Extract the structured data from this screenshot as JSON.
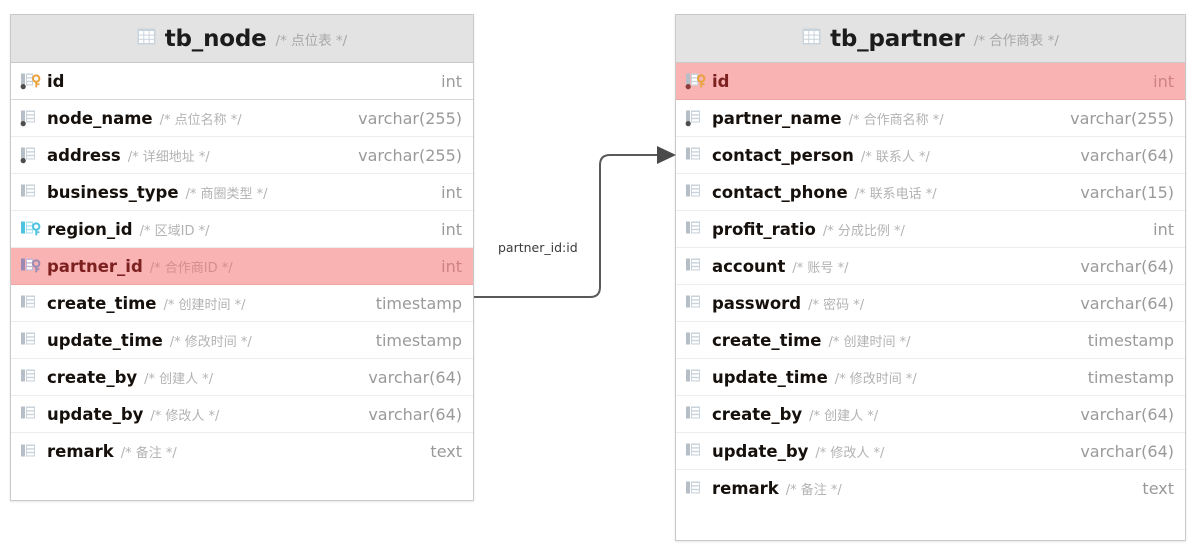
{
  "diagram": {
    "type": "er-diagram",
    "background": "#ffffff",
    "colors": {
      "header_bg": "#e3e3e3",
      "highlight_row": "#f9b3b3",
      "border": "#c9c9c9",
      "comment_text": "#b3b3b3",
      "type_text": "#9a9a9a",
      "pk_key": "#e8a33d",
      "fk_key_cyan": "#4ec3e0",
      "fk_key_purple": "#9b8bb4",
      "connector": "#555555"
    }
  },
  "entities": [
    {
      "id": "tb_node",
      "name": "tb_node",
      "comment": "/* 点位表 */",
      "icon": "table-grid-icon",
      "columns": [
        {
          "name": "id",
          "comment": "",
          "type": "int",
          "icon": "column-pk-icon",
          "key": "primary",
          "not_null": true,
          "highlight": false
        },
        {
          "name": "node_name",
          "comment": "/* 点位名称 */",
          "type": "varchar(255)",
          "icon": "column-icon",
          "key": "none",
          "not_null": true,
          "highlight": false
        },
        {
          "name": "address",
          "comment": "/* 详细地址 */",
          "type": "varchar(255)",
          "icon": "column-icon",
          "key": "none",
          "not_null": true,
          "highlight": false
        },
        {
          "name": "business_type",
          "comment": "/* 商圈类型 */",
          "type": "int",
          "icon": "column-icon",
          "key": "none",
          "not_null": false,
          "highlight": false
        },
        {
          "name": "region_id",
          "comment": "/* 区域ID */",
          "type": "int",
          "icon": "column-fk-cyan-icon",
          "key": "foreign",
          "not_null": false,
          "highlight": false
        },
        {
          "name": "partner_id",
          "comment": "/* 合作商ID */",
          "type": "int",
          "icon": "column-fk-purple-icon",
          "key": "foreign",
          "not_null": false,
          "highlight": true
        },
        {
          "name": "create_time",
          "comment": "/* 创建时间 */",
          "type": "timestamp",
          "icon": "column-icon",
          "key": "none",
          "not_null": false,
          "highlight": false
        },
        {
          "name": "update_time",
          "comment": "/* 修改时间 */",
          "type": "timestamp",
          "icon": "column-icon",
          "key": "none",
          "not_null": false,
          "highlight": false
        },
        {
          "name": "create_by",
          "comment": "/* 创建人 */",
          "type": "varchar(64)",
          "icon": "column-icon",
          "key": "none",
          "not_null": false,
          "highlight": false
        },
        {
          "name": "update_by",
          "comment": "/* 修改人 */",
          "type": "varchar(64)",
          "icon": "column-icon",
          "key": "none",
          "not_null": false,
          "highlight": false
        },
        {
          "name": "remark",
          "comment": "/* 备注 */",
          "type": "text",
          "icon": "column-icon",
          "key": "none",
          "not_null": false,
          "highlight": false
        }
      ]
    },
    {
      "id": "tb_partner",
      "name": "tb_partner",
      "comment": "/* 合作商表 */",
      "icon": "table-grid-icon",
      "columns": [
        {
          "name": "id",
          "comment": "",
          "type": "int",
          "icon": "column-pk-icon",
          "key": "primary",
          "not_null": true,
          "highlight": true
        },
        {
          "name": "partner_name",
          "comment": "/* 合作商名称 */",
          "type": "varchar(255)",
          "icon": "column-icon",
          "key": "none",
          "not_null": true,
          "highlight": false
        },
        {
          "name": "contact_person",
          "comment": "/* 联系人 */",
          "type": "varchar(64)",
          "icon": "column-icon",
          "key": "none",
          "not_null": false,
          "highlight": false
        },
        {
          "name": "contact_phone",
          "comment": "/* 联系电话 */",
          "type": "varchar(15)",
          "icon": "column-icon",
          "key": "none",
          "not_null": false,
          "highlight": false
        },
        {
          "name": "profit_ratio",
          "comment": "/* 分成比例 */",
          "type": "int",
          "icon": "column-icon",
          "key": "none",
          "not_null": false,
          "highlight": false
        },
        {
          "name": "account",
          "comment": "/* 账号 */",
          "type": "varchar(64)",
          "icon": "column-icon",
          "key": "none",
          "not_null": false,
          "highlight": false
        },
        {
          "name": "password",
          "comment": "/* 密码 */",
          "type": "varchar(64)",
          "icon": "column-icon",
          "key": "none",
          "not_null": false,
          "highlight": false
        },
        {
          "name": "create_time",
          "comment": "/* 创建时间 */",
          "type": "timestamp",
          "icon": "column-icon",
          "key": "none",
          "not_null": false,
          "highlight": false
        },
        {
          "name": "update_time",
          "comment": "/* 修改时间 */",
          "type": "timestamp",
          "icon": "column-icon",
          "key": "none",
          "not_null": false,
          "highlight": false
        },
        {
          "name": "create_by",
          "comment": "/* 创建人 */",
          "type": "varchar(64)",
          "icon": "column-icon",
          "key": "none",
          "not_null": false,
          "highlight": false
        },
        {
          "name": "update_by",
          "comment": "/* 修改人 */",
          "type": "varchar(64)",
          "icon": "column-icon",
          "key": "none",
          "not_null": false,
          "highlight": false
        },
        {
          "name": "remark",
          "comment": "/* 备注 */",
          "type": "text",
          "icon": "column-icon",
          "key": "none",
          "not_null": false,
          "highlight": false
        }
      ]
    }
  ],
  "relation": {
    "label": "partner_id:id",
    "from_entity": "tb_node",
    "from_column": "partner_id",
    "to_entity": "tb_partner",
    "to_column": "id",
    "arrow": "arrow-right-icon"
  }
}
